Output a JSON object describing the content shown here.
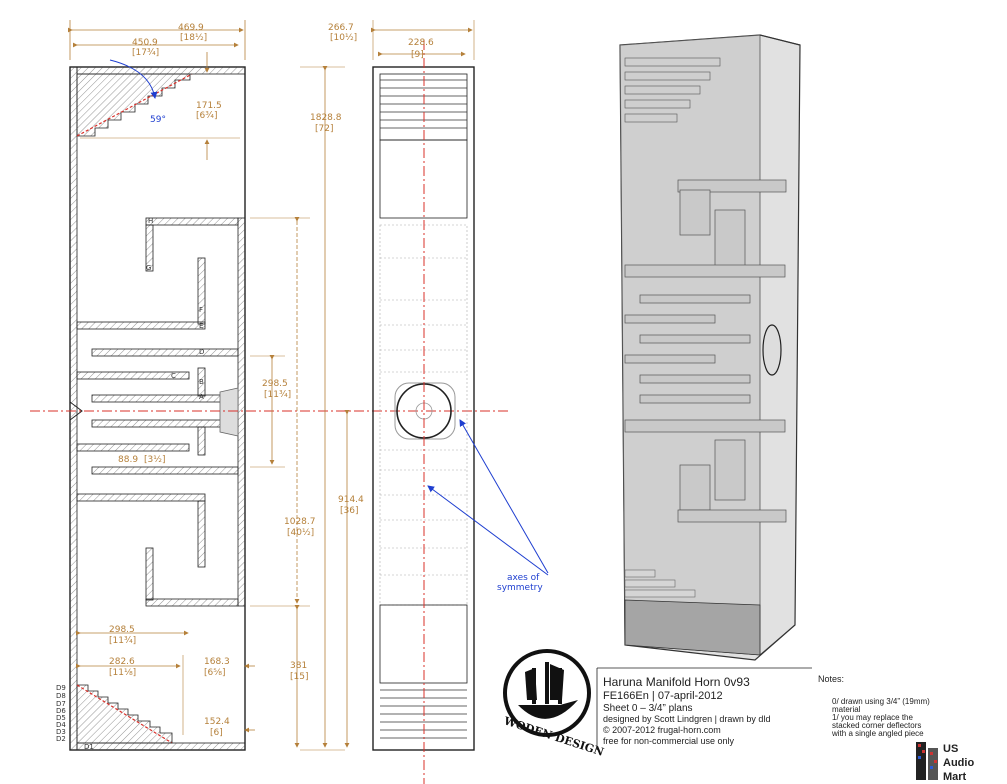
{
  "side_view": {
    "dims": {
      "overall_width": "469.9",
      "overall_width_in": "[18½]",
      "inner_width": "450.9",
      "inner_width_in": "[17¾]",
      "top_chamber": "171.5",
      "top_chamber_in": "[6¾]",
      "angle": "59°",
      "height": "1828.8",
      "height_in": "[72]",
      "port_height": "298.5",
      "port_height_in": "[11¾]",
      "baffle_gap": "88.9",
      "baffle_gap_in": "[3½]",
      "horn_len": "1028.7",
      "horn_len_in": "[40½]",
      "driver_center": "914.4",
      "driver_center_in": "[36]",
      "lower_chamber": "381",
      "lower_chamber_in": "[15]",
      "bot_w1": "298.5",
      "bot_w1_in": "[11¾]",
      "bot_w2": "282.6",
      "bot_w2_in": "[11⅛]",
      "bot_h1": "168.3",
      "bot_h1_in": "[6⅝]",
      "bot_h2": "152.4",
      "bot_h2_in": "[6]"
    },
    "panel_labels": [
      "H",
      "G",
      "F",
      "E",
      "D",
      "C",
      "B",
      "A"
    ],
    "deflector_labels": [
      "D9",
      "D8",
      "D7",
      "D6",
      "D5",
      "D4",
      "D3",
      "D2",
      "D1"
    ]
  },
  "front_view": {
    "depth": "266.7",
    "depth_in": "[10½]",
    "inner_depth": "228.6",
    "inner_depth_in": "[9]",
    "axes_label_line1": "axes of",
    "axes_label_line2": "symmetry"
  },
  "title_block": {
    "title": "Haruna Manifold Horn 0v93",
    "line2": "FE166En | 07-april-2012",
    "line3": "Sheet 0 – 3/4” plans",
    "line4": "designed by Scott Lindgren | drawn by dld",
    "line5": "© 2007-2012 frugal-horn.com",
    "line6": "free for non-commercial use only",
    "logo_text": "WODEN DESIGN"
  },
  "notes": {
    "heading": "Notes:",
    "line1": "0/ drawn using 3/4” (19mm)",
    "line2": "material",
    "line3": "1/ you may replace the",
    "line4": "stacked corner deflectors",
    "line5": "with a single angled piece"
  },
  "watermark": {
    "line1": "US",
    "line2": "Audio",
    "line3": "Mart"
  },
  "colors": {
    "dimension": "#b5803a",
    "centerline": "#d9302a",
    "annotation": "#1f3fd0"
  }
}
